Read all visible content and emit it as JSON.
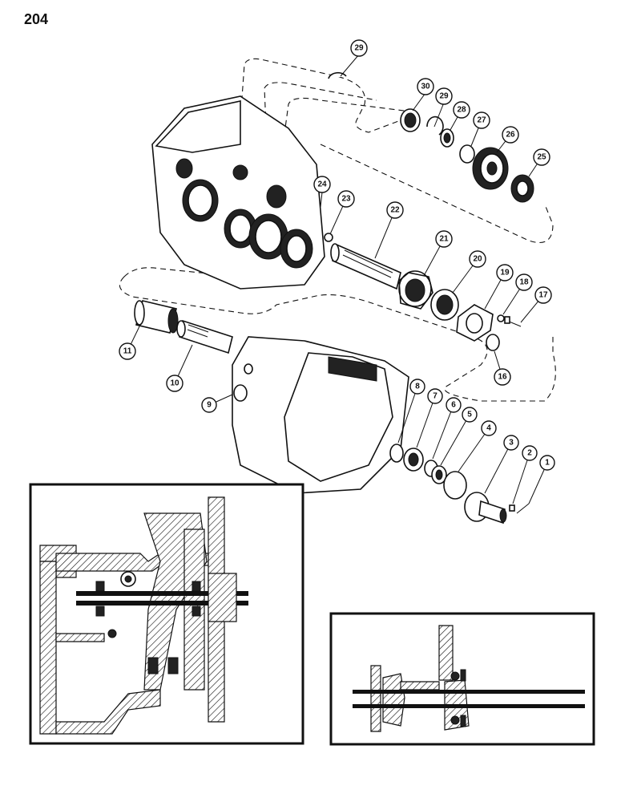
{
  "page_number": "204",
  "callouts": [
    {
      "id": "c1",
      "label": "1"
    },
    {
      "id": "c2",
      "label": "2"
    },
    {
      "id": "c3",
      "label": "3"
    },
    {
      "id": "c4",
      "label": "4"
    },
    {
      "id": "c5",
      "label": "5"
    },
    {
      "id": "c6",
      "label": "6"
    },
    {
      "id": "c7",
      "label": "7"
    },
    {
      "id": "c8",
      "label": "8"
    },
    {
      "id": "c9",
      "label": "9"
    },
    {
      "id": "c10",
      "label": "10"
    },
    {
      "id": "c11",
      "label": "11"
    },
    {
      "id": "c16",
      "label": "16"
    },
    {
      "id": "c17",
      "label": "17"
    },
    {
      "id": "c18",
      "label": "18"
    },
    {
      "id": "c19",
      "label": "19"
    },
    {
      "id": "c20",
      "label": "20"
    },
    {
      "id": "c21",
      "label": "21"
    },
    {
      "id": "c22",
      "label": "22"
    },
    {
      "id": "c23",
      "label": "23"
    },
    {
      "id": "c24",
      "label": "24"
    },
    {
      "id": "c25",
      "label": "25"
    },
    {
      "id": "c26",
      "label": "26"
    },
    {
      "id": "c27",
      "label": "27"
    },
    {
      "id": "c28",
      "label": "28"
    },
    {
      "id": "c29a",
      "label": "29"
    },
    {
      "id": "c29b",
      "label": "29"
    },
    {
      "id": "c30",
      "label": "30"
    }
  ]
}
